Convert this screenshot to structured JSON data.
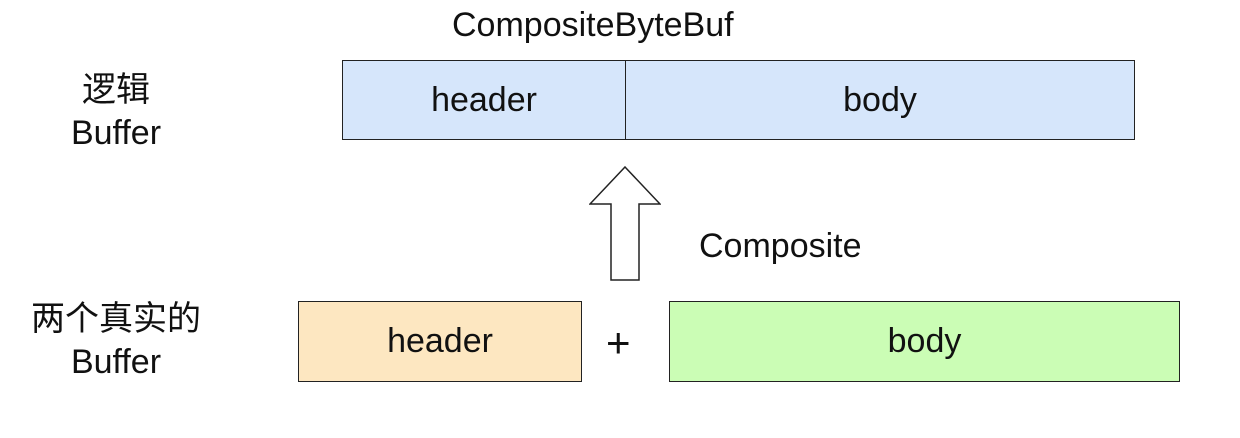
{
  "diagram": {
    "title": "CompositeByteBuf",
    "logical_label_line1": "逻辑",
    "logical_label_line2": "Buffer",
    "real_label_line1": "两个真实的",
    "real_label_line2": "Buffer",
    "composite_segments": {
      "header": "header",
      "body": "body"
    },
    "real_buffers": {
      "header": "header",
      "body": "body"
    },
    "plus_sign": "+",
    "operation_label": "Composite",
    "colors": {
      "composite_fill": "#d6e6fb",
      "header_fill": "#fde7c1",
      "body_fill": "#cbfdb5",
      "stroke": "#222222"
    }
  }
}
